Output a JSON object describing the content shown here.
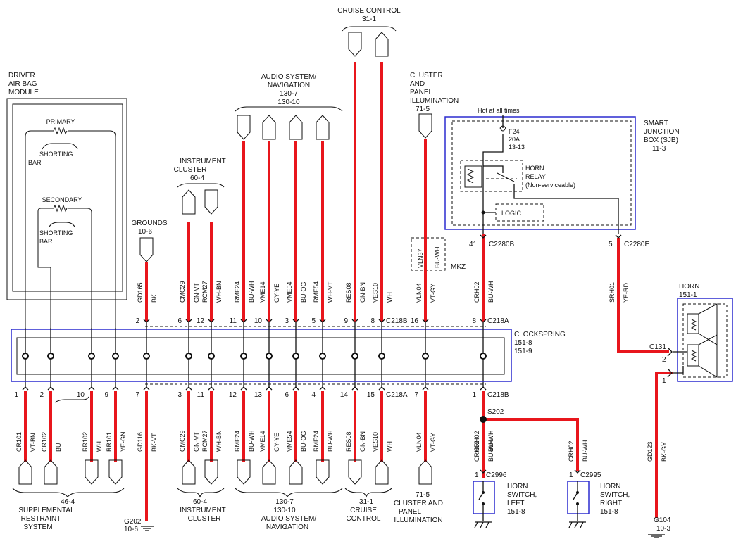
{
  "top_blocks": {
    "cruise_control": {
      "name": "CRUISE CONTROL",
      "ref": "31-1"
    },
    "audio_system": {
      "line1": "AUDIO SYSTEM/",
      "line2": "NAVIGATION",
      "ref1": "130-7",
      "ref2": "130-10"
    },
    "cluster_illum": {
      "line1": "CLUSTER",
      "line2": "AND",
      "line3": "PANEL",
      "line4": "ILLUMINATION",
      "ref": "71-5"
    },
    "instrument_cluster": {
      "line1": "INSTRUMENT",
      "line2": "CLUSTER",
      "ref": "60-4"
    },
    "grounds": {
      "name": "GROUNDS",
      "ref": "10-6"
    },
    "driver_airbag": {
      "line1": "DRIVER",
      "line2": "AIR BAG",
      "line3": "MODULE"
    }
  },
  "airbag_module": {
    "primary": "PRIMARY",
    "secondary": "SECONDARY",
    "shorting": "SHORTING",
    "bar": "BAR"
  },
  "sjb": {
    "hot": "Hot at all times",
    "fuse_name": "F24",
    "fuse_amp": "20A",
    "fuse_ref": "13-13",
    "relay_line1": "HORN",
    "relay_line2": "RELAY",
    "relay_line3": "(Non-serviceable)",
    "logic": "LOGIC",
    "title1": "SMART",
    "title2": "JUNCTION",
    "title3": "BOX (SJB)",
    "ref": "11-3",
    "pin41": "41",
    "conn_a": "C2280B",
    "pin5": "5",
    "conn_b": "C2280E"
  },
  "mkz": {
    "label": "MKZ",
    "circuit": "VLN37",
    "color": "BU-WH"
  },
  "upper_wires": [
    {
      "circuit": "GD165",
      "color": "BK",
      "pin": "2"
    },
    {
      "circuit": "CMC29",
      "color": "GN-VT",
      "pin": "6"
    },
    {
      "circuit": "RCM27",
      "color": "WH-BN",
      "pin": "12"
    },
    {
      "circuit": "RME24",
      "color": "BU-WH",
      "pin": "11"
    },
    {
      "circuit": "VME14",
      "color": "GY-YE",
      "pin": "10"
    },
    {
      "circuit": "VME54",
      "color": "BU-OG",
      "pin": "3"
    },
    {
      "circuit": "RME54",
      "color": "WH-VT",
      "pin": "5"
    },
    {
      "circuit": "RES08",
      "color": "GN-BN",
      "pin": "9"
    },
    {
      "circuit": "VES10",
      "color": "WH",
      "pin": "8"
    },
    {
      "circuit": "VLN04",
      "color": "VT-GY",
      "pin": "16"
    },
    {
      "circuit": "CRH02",
      "color": "BU-WH",
      "pin": "8"
    }
  ],
  "upper_conns": {
    "c218b": "C218B",
    "c218a": "C218A"
  },
  "clockspring": {
    "name": "CLOCKSPRING",
    "ref1": "151-8",
    "ref2": "151-9"
  },
  "lower_wires": [
    {
      "circuit": "CR101",
      "color": "VT-BN",
      "pin": "1"
    },
    {
      "circuit": "CR102",
      "color": "BU",
      "pin": "2"
    },
    {
      "circuit": "RR102",
      "color": "WH",
      "pin": "10"
    },
    {
      "circuit": "RR101",
      "color": "YE-GN",
      "pin": "9"
    },
    {
      "circuit": "GD116",
      "color": "BK-VT",
      "pin": "7"
    },
    {
      "circuit": "CMC29",
      "color": "GN-VT",
      "pin": "3"
    },
    {
      "circuit": "RCM27",
      "color": "WH-BN",
      "pin": "11"
    },
    {
      "circuit": "RME24",
      "color": "BU-WH",
      "pin": "12"
    },
    {
      "circuit": "VME14",
      "color": "GY-YE",
      "pin": "13"
    },
    {
      "circuit": "VME54",
      "color": "BU-OG",
      "pin": "6"
    },
    {
      "circuit": "RME24",
      "color": "BU-WH",
      "pin": "4"
    },
    {
      "circuit": "RES08",
      "color": "GN-BN",
      "pin": "14"
    },
    {
      "circuit": "VES10",
      "color": "WH",
      "pin": "15"
    },
    {
      "circuit": "VLN04",
      "color": "VT-GY",
      "pin": "7"
    },
    {
      "circuit": "CRH02",
      "color": "BU-WH",
      "pin": "1"
    }
  ],
  "lower_conns": {
    "c218a": "C218A",
    "c218b": "C218B",
    "s202": "S202"
  },
  "horn_switches": [
    {
      "circuit": "CRH02",
      "color": "BU-WH",
      "pin": "1",
      "conn": "C2996",
      "line1": "HORN",
      "line2": "SWITCH,",
      "line3": "LEFT",
      "ref": "151-8"
    },
    {
      "circuit": "CRH02",
      "color": "BU-WH",
      "pin": "1",
      "conn": "C2995",
      "line1": "HORN",
      "line2": "SWITCH,",
      "line3": "RIGHT",
      "ref": "151-8"
    }
  ],
  "horn": {
    "name": "HORN",
    "ref": "151-1",
    "conn": "C131",
    "pin2": "2",
    "pin1": "1",
    "in_circuit": "SRH01",
    "in_color": "YE-RD",
    "gnd_circuit": "GD123",
    "gnd_color": "BK-GY",
    "gnd_name": "G104",
    "gnd_ref": "10-3"
  },
  "bottom_blocks": {
    "srs": {
      "ref": "46-4",
      "line1": "SUPPLEMENTAL",
      "line2": "RESTRAINT",
      "line3": "SYSTEM"
    },
    "g202": {
      "name": "G202",
      "ref": "10-6"
    },
    "instrument_cluster": {
      "ref": "60-4",
      "line1": "INSTRUMENT",
      "line2": "CLUSTER"
    },
    "audio_system": {
      "ref1": "130-7",
      "ref2": "130-10",
      "line1": "AUDIO SYSTEM/",
      "line2": "NAVIGATION"
    },
    "cruise": {
      "ref": "31-1",
      "line1": "CRUISE",
      "line2": "CONTROL"
    },
    "cluster_illum": {
      "ref": "71-5",
      "line1": "CLUSTER AND",
      "line2": "PANEL",
      "line3": "ILLUMINATION"
    }
  }
}
